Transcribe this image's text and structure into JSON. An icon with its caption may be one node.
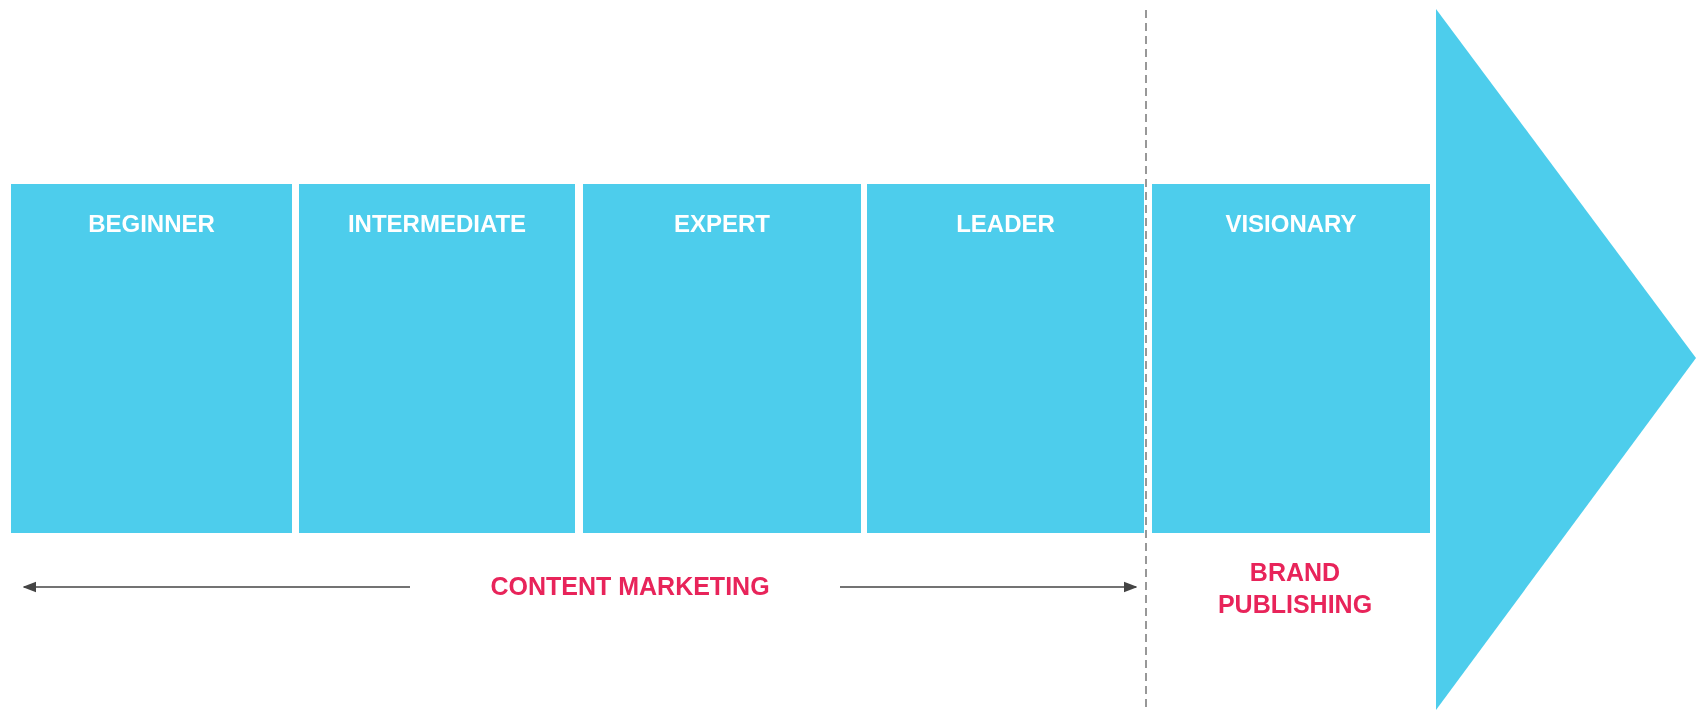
{
  "diagram": {
    "nodes": [
      {
        "text": [
          "BEGINNER"
        ]
      },
      {
        "text": [
          "INTERMEDIATE"
        ]
      },
      {
        "text": [
          "EXPERT"
        ]
      },
      {
        "text": [
          "LEADER"
        ]
      },
      {
        "text": [
          "VISIONARY"
        ]
      }
    ],
    "labels": [
      "CONTENT MARKETING",
      "BRAND PUBLISHING"
    ]
  }
}
